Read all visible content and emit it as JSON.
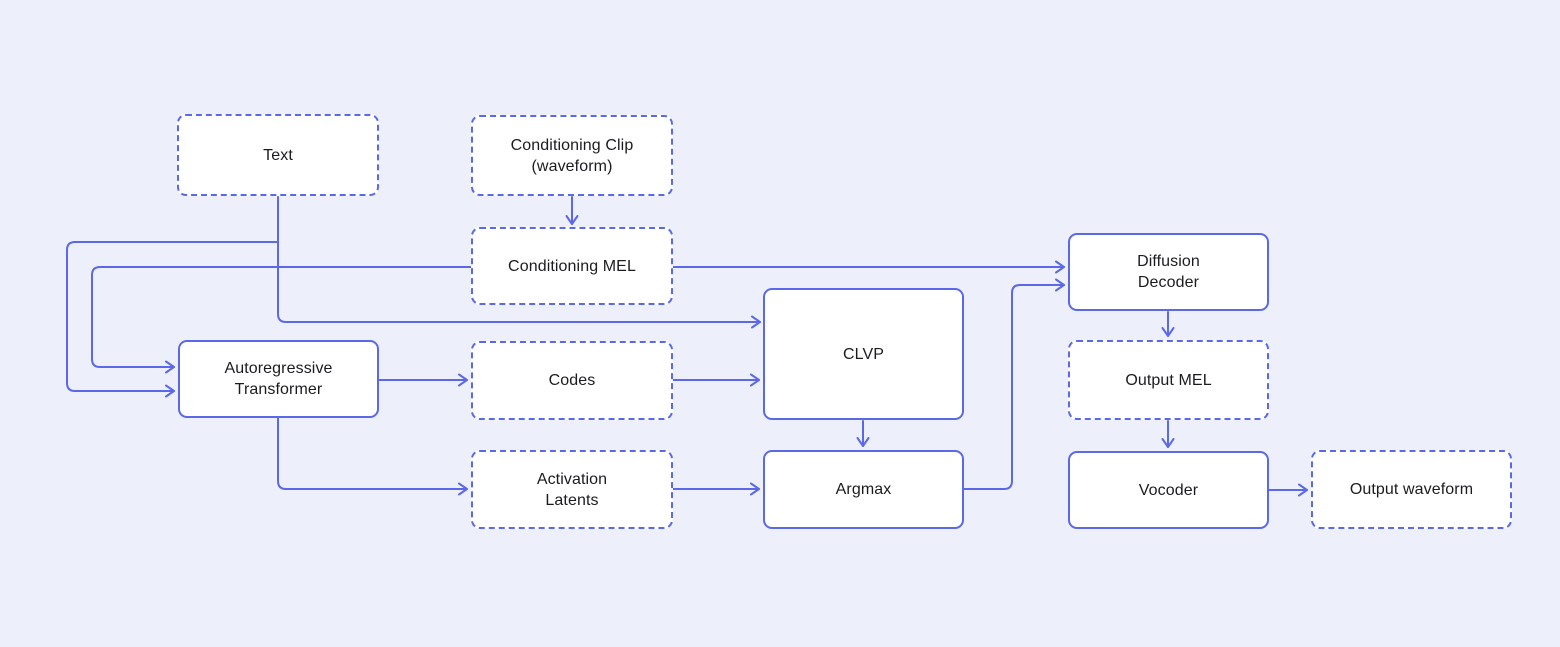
{
  "colors": {
    "background": "#EDF0FA",
    "line": "#5B68E8",
    "dashed_border": "#5B68E8",
    "solid_border": "#5B68E8",
    "box_fill": "#FFFFFF",
    "text": "#1B1C20"
  },
  "nodes": {
    "text": {
      "lines": [
        "Text"
      ],
      "border": "dashed"
    },
    "conditioning_clip": {
      "lines": [
        "Conditioning Clip",
        "(waveform)"
      ],
      "border": "dashed"
    },
    "conditioning_mel": {
      "lines": [
        "Conditioning MEL"
      ],
      "border": "dashed"
    },
    "autoregressive_transformer": {
      "lines": [
        "Autoregressive",
        "Transformer"
      ],
      "border": "solid"
    },
    "codes": {
      "lines": [
        "Codes"
      ],
      "border": "dashed"
    },
    "activation_latents": {
      "lines": [
        "Activation",
        "Latents"
      ],
      "border": "dashed"
    },
    "clvp": {
      "lines": [
        "CLVP"
      ],
      "border": "solid"
    },
    "argmax": {
      "lines": [
        "Argmax"
      ],
      "border": "solid"
    },
    "diffusion_decoder": {
      "lines": [
        "Diffusion",
        "Decoder"
      ],
      "border": "solid"
    },
    "output_mel": {
      "lines": [
        "Output MEL"
      ],
      "border": "dashed"
    },
    "vocoder": {
      "lines": [
        "Vocoder"
      ],
      "border": "solid"
    },
    "output_waveform": {
      "lines": [
        "Output waveform"
      ],
      "border": "dashed"
    }
  },
  "edges": [
    {
      "from": "conditioning_clip",
      "to": "conditioning_mel"
    },
    {
      "from": "text",
      "to": "clvp"
    },
    {
      "from": "text",
      "to": "autoregressive_transformer"
    },
    {
      "from": "conditioning_mel",
      "to": "autoregressive_transformer"
    },
    {
      "from": "conditioning_mel",
      "to": "diffusion_decoder"
    },
    {
      "from": "autoregressive_transformer",
      "to": "codes"
    },
    {
      "from": "autoregressive_transformer",
      "to": "activation_latents"
    },
    {
      "from": "codes",
      "to": "clvp"
    },
    {
      "from": "activation_latents",
      "to": "argmax"
    },
    {
      "from": "clvp",
      "to": "argmax"
    },
    {
      "from": "argmax",
      "to": "diffusion_decoder"
    },
    {
      "from": "diffusion_decoder",
      "to": "output_mel"
    },
    {
      "from": "output_mel",
      "to": "vocoder"
    },
    {
      "from": "vocoder",
      "to": "output_waveform"
    }
  ]
}
